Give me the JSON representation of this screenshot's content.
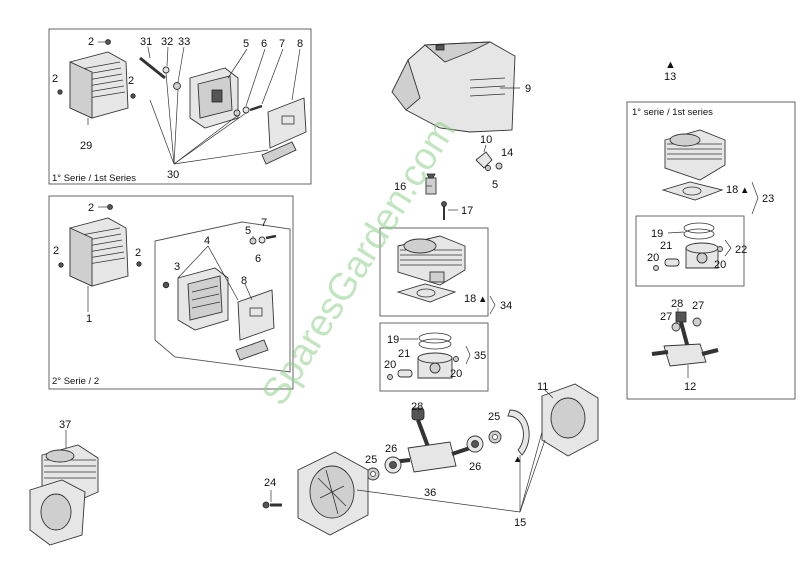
{
  "watermark": "SparesGarden.com",
  "groups": {
    "series1_muffler": "1° Serie / 1st Series",
    "series2_muffler": "2° Serie / 2",
    "series1_cylinder": "1° serie / 1st series"
  },
  "labels": {
    "p1": "1",
    "p2a": "2",
    "p2b": "2",
    "p2c": "2",
    "p2d": "2",
    "p2e": "2",
    "p2f": "2",
    "p3": "3",
    "p4": "4",
    "p5a": "5",
    "p5b": "5",
    "p5c": "5",
    "p6a": "6",
    "p6b": "6",
    "p7a": "7",
    "p7b": "7",
    "p8a": "8",
    "p8b": "8",
    "p9": "9",
    "p10": "10",
    "p11": "11",
    "p12": "12",
    "p13": "13",
    "p14": "14",
    "p15": "15",
    "p16": "16",
    "p17": "17",
    "p18a": "18",
    "p18b": "18",
    "p19a": "19",
    "p19b": "19",
    "p20a": "20",
    "p20b": "20",
    "p20c": "20",
    "p20d": "20",
    "p21a": "21",
    "p21b": "21",
    "p22": "22",
    "p23": "23",
    "p24": "24",
    "p25a": "25",
    "p25b": "25",
    "p26a": "26",
    "p26b": "26",
    "p27a": "27",
    "p27b": "27",
    "p28a": "28",
    "p28b": "28",
    "p29": "29",
    "p30": "30",
    "p31": "31",
    "p32": "32",
    "p33": "33",
    "p34": "34",
    "p35": "35",
    "p36": "36",
    "p37": "37"
  },
  "marker": "▲"
}
